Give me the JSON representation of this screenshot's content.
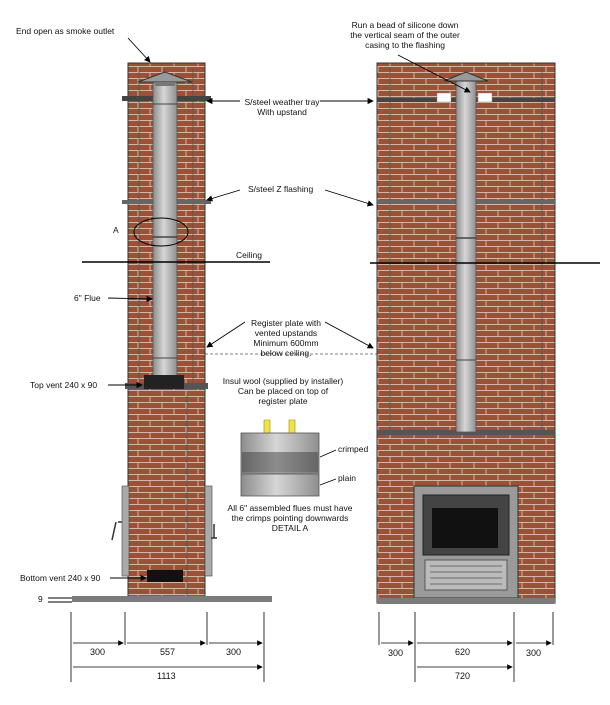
{
  "labels": {
    "smoke_outlet": "End open as smoke outlet",
    "silicone": [
      "Run a bead of silicone down",
      "the vertical seam of the outer",
      "casing to the flashing"
    ],
    "weather_tray": [
      "S/steel weather tray",
      "With upstand"
    ],
    "z_flashing": "S/steel  Z flashing",
    "detail_marker": "A",
    "ceiling": "Ceiling",
    "flue": "6\" Flue",
    "register_plate": [
      "Register plate  with",
      "vented upstands",
      "Minimum 600mm",
      "below ceiling."
    ],
    "insul_wool": [
      "Insul wool  (supplied by installer)",
      "Can be placed on top of",
      "register plate"
    ],
    "top_vent": "Top vent 240 x 90",
    "crimped": "crimped",
    "plain": "plain",
    "crimp_note": [
      "All 6\" assembled flues must have",
      "the crimps pointing downwards"
    ],
    "detail_title": "DETAIL A",
    "bottom_vent": "Bottom vent 240 x 90",
    "nine": "9"
  },
  "dimensions": {
    "left": {
      "side_a": "300",
      "center": "557",
      "side_b": "300",
      "overall": "1113"
    },
    "right": {
      "side_a": "300",
      "center": "620",
      "side_b": "300",
      "overall": "720"
    }
  },
  "colors": {
    "brick": "#9b5137",
    "mortar": "#d2b7a6",
    "flue": "#b8b8b8",
    "arrow_yellow": "#f2e24a",
    "stove": "#9a9a9a"
  }
}
